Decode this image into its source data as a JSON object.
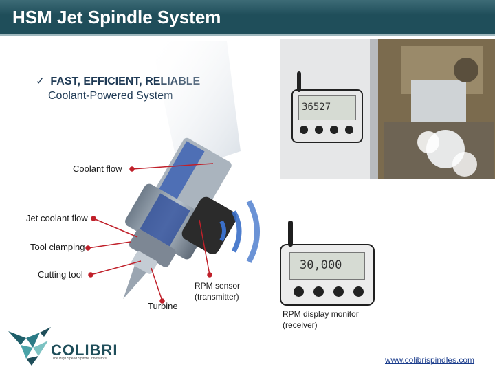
{
  "header": {
    "title": "HSM Jet Spindle System"
  },
  "bullet": {
    "check": "✓",
    "headline": "FAST, EFFICIENT, RELIABLE",
    "subline": "Coolant-Powered System"
  },
  "callouts": {
    "coolant_flow": "Coolant flow",
    "jet_coolant_flow": "Jet coolant flow",
    "tool_clamping": "Tool clamping",
    "cutting_tool": "Cutting tool",
    "turbine": "Turbine",
    "rpm_sensor_line1": "RPM sensor",
    "rpm_sensor_line2": "(transmitter)",
    "rpm_display_line1": "RPM display monitor",
    "rpm_display_line2": "(receiver)"
  },
  "monitor_small": {
    "reading": "36527"
  },
  "monitor_large": {
    "reading": "30,000"
  },
  "logo": {
    "name": "COLIBRI",
    "tagline": "The High Speed Spindle Innovators"
  },
  "footer": {
    "url": "www.colibrispindles.com"
  },
  "colors": {
    "title_bar": "#1f4e5a",
    "accent_red": "#c0202a",
    "wave_blue": "#3a6fc8"
  }
}
